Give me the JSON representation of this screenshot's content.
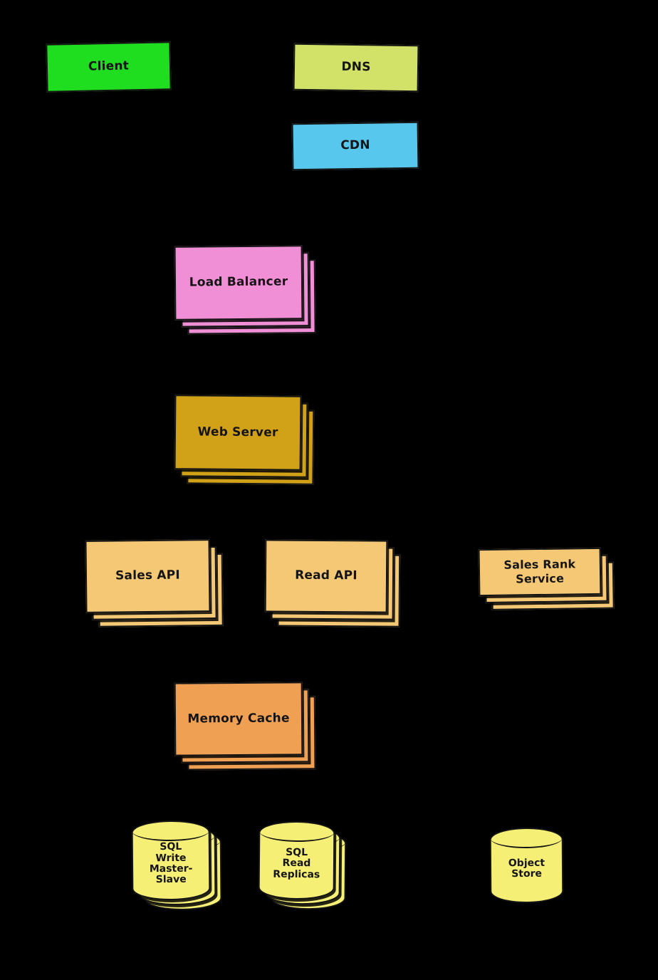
{
  "diagram": {
    "background": "#000000",
    "text_color": "#151515",
    "nodes": [
      {
        "id": "client",
        "label": "Client",
        "color": "#1fdd1f",
        "shape": "box",
        "stacked": false
      },
      {
        "id": "dns",
        "label": "DNS",
        "color": "#d2e268",
        "shape": "box",
        "stacked": false
      },
      {
        "id": "cdn",
        "label": "CDN",
        "color": "#57c7ee",
        "shape": "box",
        "stacked": false
      },
      {
        "id": "load-balancer",
        "label": "Load Balancer",
        "color": "#f08fd6",
        "shape": "box",
        "stacked": true
      },
      {
        "id": "web-server",
        "label": "Web Server",
        "color": "#d1a117",
        "shape": "box",
        "stacked": true
      },
      {
        "id": "sales-api",
        "label": "Sales API",
        "color": "#f5c875",
        "shape": "box",
        "stacked": true
      },
      {
        "id": "read-api",
        "label": "Read API",
        "color": "#f5c875",
        "shape": "box",
        "stacked": true
      },
      {
        "id": "sales-rank-service",
        "label": "Sales Rank\nService",
        "color": "#f5c875",
        "shape": "box",
        "stacked": true
      },
      {
        "id": "memory-cache",
        "label": "Memory Cache",
        "color": "#f0a052",
        "shape": "box",
        "stacked": true
      },
      {
        "id": "sql-write-master-slave",
        "label": "SQL\nWrite\nMaster-\nSlave",
        "color": "#f5ef75",
        "shape": "cylinder",
        "stacked": true
      },
      {
        "id": "sql-read-replicas",
        "label": "SQL\nRead\nReplicas",
        "color": "#f5ef75",
        "shape": "cylinder",
        "stacked": true
      },
      {
        "id": "object-store",
        "label": "Object\nStore",
        "color": "#f5ef75",
        "shape": "cylinder",
        "stacked": false
      }
    ]
  }
}
